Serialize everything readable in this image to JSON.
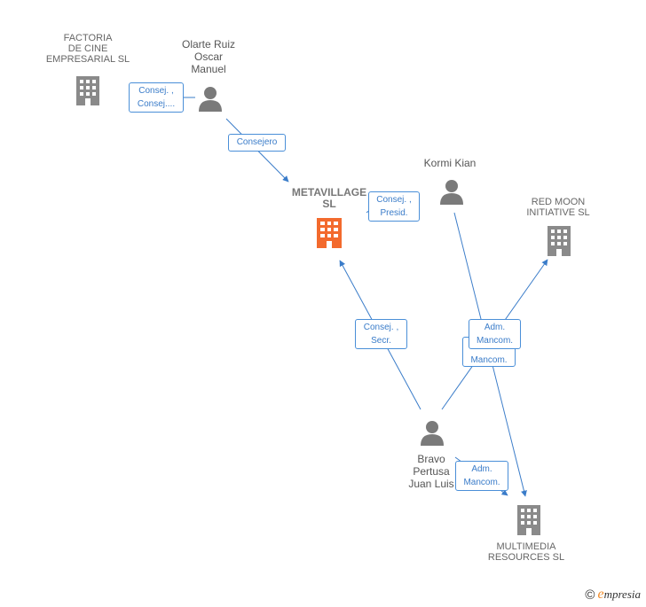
{
  "colors": {
    "edge": "#3a7cc9",
    "company_icon": "#8a8a8a",
    "focus_icon": "#f36a2d",
    "person_icon": "#7a7a7a"
  },
  "companies": {
    "factoria": "FACTORIA\nDE CINE\nEMPRESARIAL SL",
    "metavillage": "METAVILLAGE\nSL",
    "red_moon": "RED MOON\nINITIATIVE SL",
    "multimedia": "MULTIMEDIA\nRESOURCES SL"
  },
  "people": {
    "olarte": "Olarte Ruiz\nOscar\nManuel",
    "kormi": "Kormi Kian",
    "bravo": "Bravo\nPertusa\nJuan Luis"
  },
  "edge_labels": {
    "olarte_factoria": "Consej. ,\nConsej....",
    "olarte_metavillage": "Consejero",
    "kormi_metavillage": "Consej. ,\nPresid.",
    "bravo_metavillage": "Consej. ,\nSecr.",
    "kormi_redmoon": "Adm.\nMancom.",
    "bravo_redmoon": "Mancom.",
    "bravo_multimedia": "Adm.\nMancom."
  },
  "footer": {
    "copyright": "©",
    "brand_initial": "e",
    "brand_rest": "mpresia"
  }
}
